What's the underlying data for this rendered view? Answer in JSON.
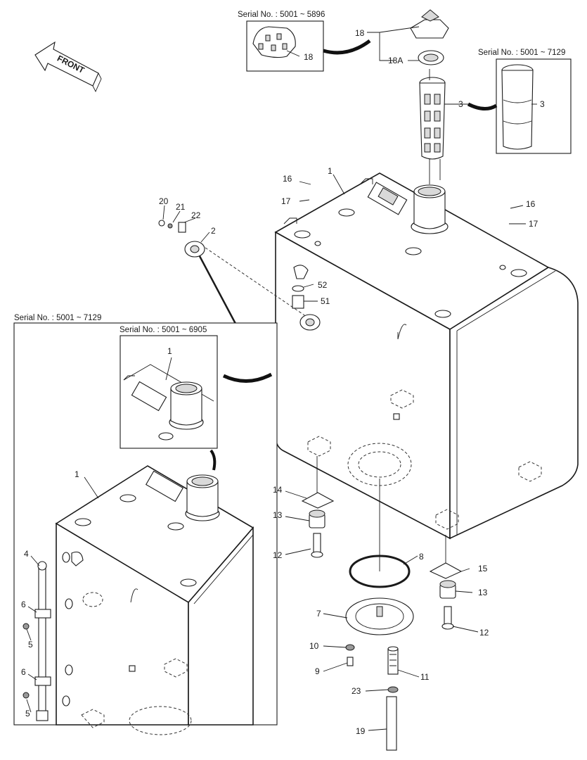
{
  "front_label": "FRONT",
  "serial_notes": {
    "cap_variant": "Serial No. : 5001 ~ 5896",
    "strainer_variant": "Serial No. : 5001 ~ 7129",
    "left_tank_variant": "Serial No. : 5001 ~ 7129",
    "filler_neck_variant": "Serial No. : 5001 ~ 6905"
  },
  "part_callouts": {
    "p1": "1",
    "p2": "2",
    "p3": "3",
    "p4": "4",
    "p5": "5",
    "p6": "6",
    "p7": "7",
    "p8": "8",
    "p9": "9",
    "p10": "10",
    "p11": "11",
    "p12": "12",
    "p13": "13",
    "p14": "14",
    "p15": "15",
    "p16": "16",
    "p17": "17",
    "p18": "18",
    "p18A": "18A",
    "p19": "19",
    "p20": "20",
    "p21": "21",
    "p22": "22",
    "p23": "23",
    "p51": "51",
    "p52": "52"
  },
  "colors": {
    "line": "#1a1a1a",
    "callout_arrow": "#111111",
    "background": "#ffffff"
  }
}
